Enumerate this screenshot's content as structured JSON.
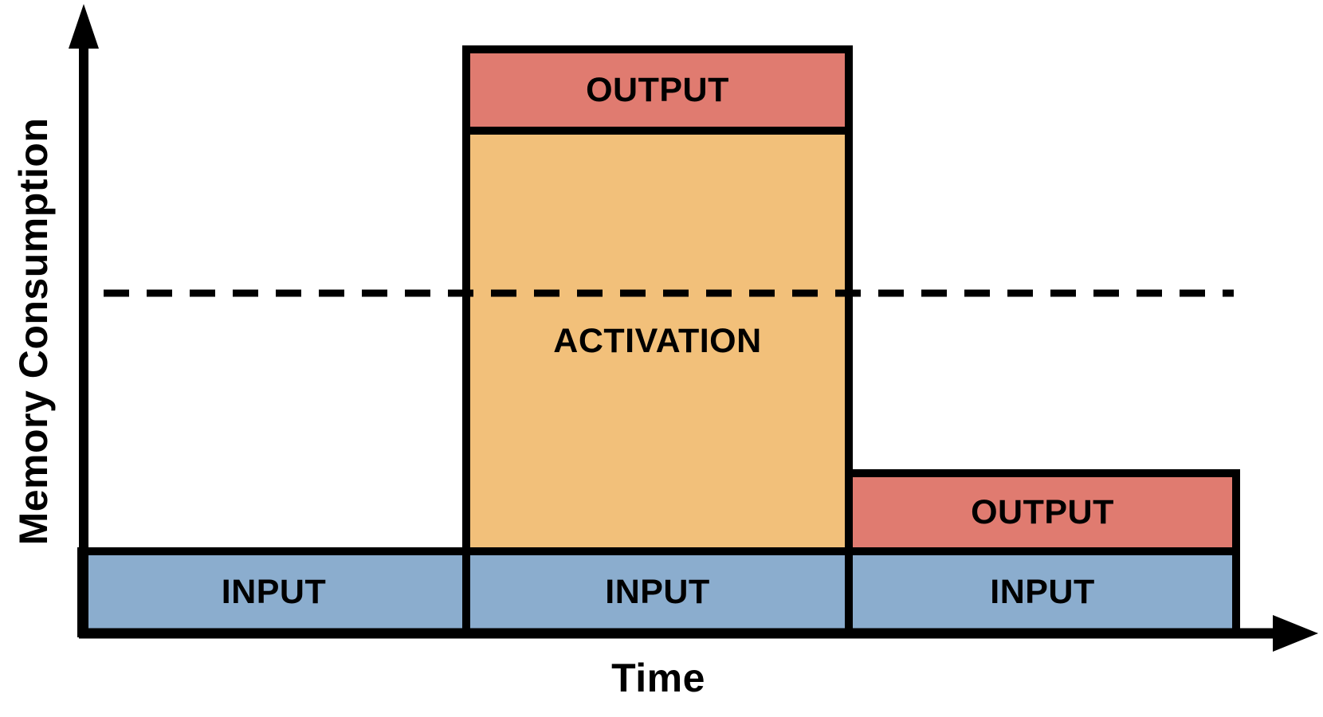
{
  "axes": {
    "y_label": "Memory Consumption",
    "x_label": "Time"
  },
  "colors": {
    "input_fill": "#8BADCE",
    "activation_fill": "#F2C07A",
    "output_fill": "#E07B70",
    "line": "#000000",
    "background": "#FFFFFF"
  },
  "columns": [
    {
      "blocks": [
        {
          "label": "INPUT",
          "kind": "input"
        }
      ]
    },
    {
      "blocks": [
        {
          "label": "INPUT",
          "kind": "input"
        },
        {
          "label": "ACTIVATION",
          "kind": "activation"
        },
        {
          "label": "OUTPUT",
          "kind": "output"
        }
      ]
    },
    {
      "blocks": [
        {
          "label": "INPUT",
          "kind": "input"
        },
        {
          "label": "OUTPUT",
          "kind": "output"
        }
      ]
    }
  ]
}
